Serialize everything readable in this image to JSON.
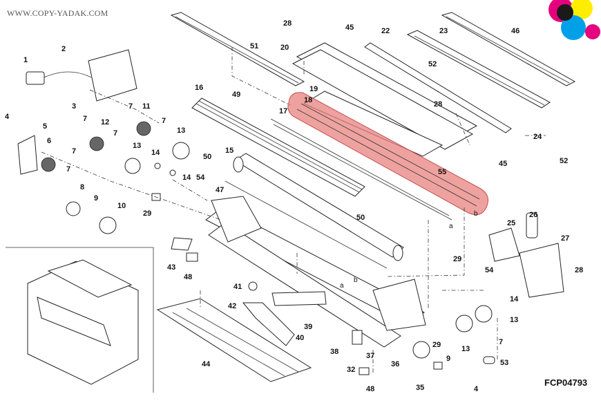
{
  "watermark": "WWW.COPY-YADAK.COM",
  "figure_code": "FCP04793",
  "highlight": {
    "part": "18",
    "color": "#e8837f"
  },
  "logo": {
    "colors": [
      "#e5007d",
      "#ffed00",
      "#00a0e9",
      "#1a1a1a"
    ]
  },
  "callouts": [
    {
      "n": "1"
    },
    {
      "n": "2"
    },
    {
      "n": "3"
    },
    {
      "n": "4"
    },
    {
      "n": "5"
    },
    {
      "n": "6"
    },
    {
      "n": "7"
    },
    {
      "n": "8"
    },
    {
      "n": "9"
    },
    {
      "n": "10"
    },
    {
      "n": "11"
    },
    {
      "n": "12"
    },
    {
      "n": "13"
    },
    {
      "n": "14"
    },
    {
      "n": "15"
    },
    {
      "n": "16"
    },
    {
      "n": "17"
    },
    {
      "n": "18"
    },
    {
      "n": "19"
    },
    {
      "n": "20"
    },
    {
      "n": "22"
    },
    {
      "n": "23"
    },
    {
      "n": "24"
    },
    {
      "n": "25"
    },
    {
      "n": "26"
    },
    {
      "n": "27"
    },
    {
      "n": "28"
    },
    {
      "n": "29"
    },
    {
      "n": "32"
    },
    {
      "n": "35"
    },
    {
      "n": "36"
    },
    {
      "n": "37"
    },
    {
      "n": "38"
    },
    {
      "n": "39"
    },
    {
      "n": "40"
    },
    {
      "n": "41"
    },
    {
      "n": "42"
    },
    {
      "n": "43"
    },
    {
      "n": "44"
    },
    {
      "n": "45"
    },
    {
      "n": "46"
    },
    {
      "n": "47"
    },
    {
      "n": "48"
    },
    {
      "n": "49"
    },
    {
      "n": "50"
    },
    {
      "n": "51"
    },
    {
      "n": "52"
    },
    {
      "n": "53"
    },
    {
      "n": "54"
    },
    {
      "n": "55"
    },
    {
      "n": "7"
    },
    {
      "n": "7"
    },
    {
      "n": "7"
    },
    {
      "n": "7"
    },
    {
      "n": "7"
    },
    {
      "n": "13"
    },
    {
      "n": "13"
    },
    {
      "n": "13"
    },
    {
      "n": "14"
    },
    {
      "n": "28"
    },
    {
      "n": "28"
    },
    {
      "n": "29"
    },
    {
      "n": "29"
    },
    {
      "n": "45"
    },
    {
      "n": "48"
    },
    {
      "n": "50"
    },
    {
      "n": "52"
    },
    {
      "n": "54"
    },
    {
      "n": "4"
    },
    {
      "n": "9"
    },
    {
      "n": "14"
    },
    {
      "n": "7"
    }
  ],
  "refs": [
    {
      "t": "a"
    },
    {
      "t": "b"
    },
    {
      "t": "a"
    },
    {
      "t": "b"
    }
  ]
}
